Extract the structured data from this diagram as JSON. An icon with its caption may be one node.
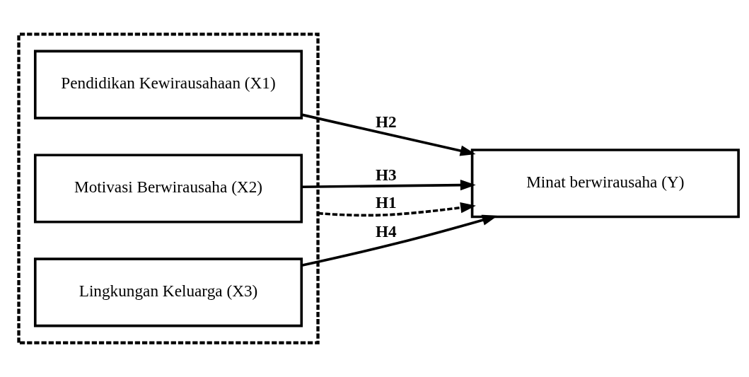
{
  "diagram": {
    "nodes": [
      {
        "text": [],
        "shape": "box"
      },
      {
        "text": [
          "Pendidikan Kewirausahaan (X1)"
        ],
        "in": 0
      },
      {
        "text": [
          "Motivasi Berwirausaha (X2)"
        ],
        "in": 0
      },
      {
        "text": [
          "Lingkungan Keluarga (X3)"
        ],
        "in": 0
      },
      {
        "text": [
          "Minat berwirausaha (Y)"
        ]
      }
    ],
    "edges": [
      {
        "from": 1,
        "to": 4,
        "arrow": "to",
        "label": "H2"
      },
      {
        "from": 2,
        "to": 4,
        "arrow": "to",
        "label": "H3"
      },
      {
        "from": 3,
        "to": 4,
        "arrow": "to",
        "label": "H4"
      },
      {
        "from": 0,
        "to": 4,
        "arrow": "to",
        "label": "H1",
        "style": "dashed"
      }
    ]
  }
}
